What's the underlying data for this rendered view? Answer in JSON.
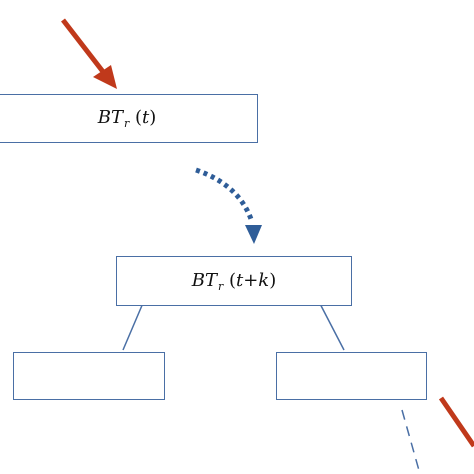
{
  "nodes": {
    "top": {
      "base": "BT",
      "sub": "r",
      "arg": "t"
    },
    "middle": {
      "base": "BT",
      "sub": "r",
      "arg": "t+k"
    }
  },
  "colors": {
    "box_border": "#4a6fa5",
    "tree_edge": "#4a6fa5",
    "red_arrow": "#c0391b",
    "blue_dotted_arrow": "#2f5d98"
  }
}
